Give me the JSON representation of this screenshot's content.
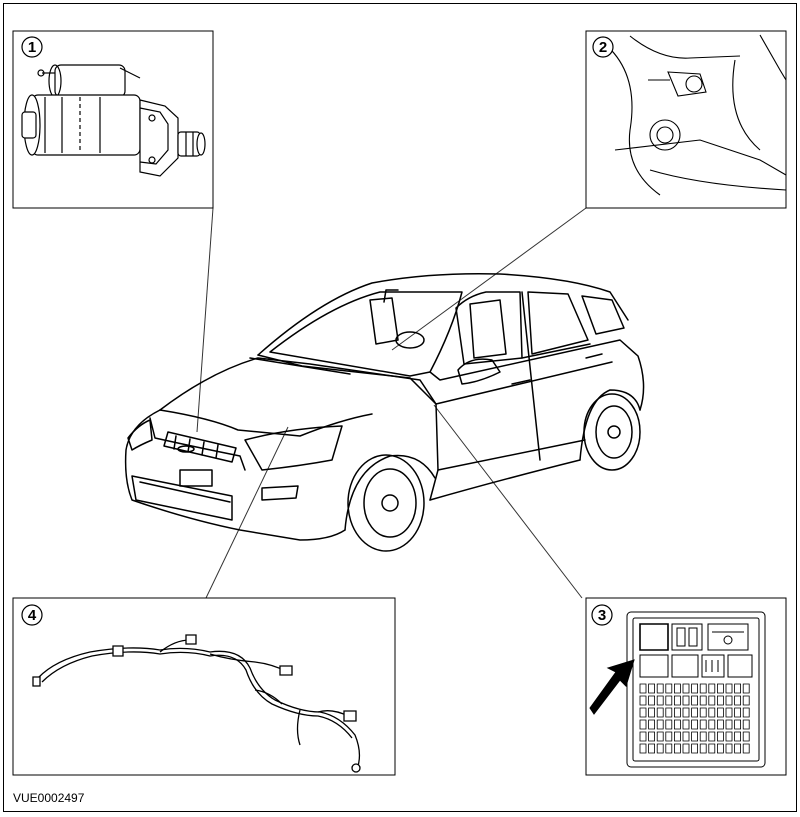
{
  "callouts": [
    {
      "number": "1",
      "component": "starter-motor"
    },
    {
      "number": "2",
      "component": "ignition-switch"
    },
    {
      "number": "3",
      "component": "fuse-relay-box"
    },
    {
      "number": "4",
      "component": "wiring-harness"
    }
  ],
  "reference_code": "VUE0002497",
  "colors": {
    "line": "#000000",
    "background": "#ffffff",
    "leader": "#444444"
  }
}
